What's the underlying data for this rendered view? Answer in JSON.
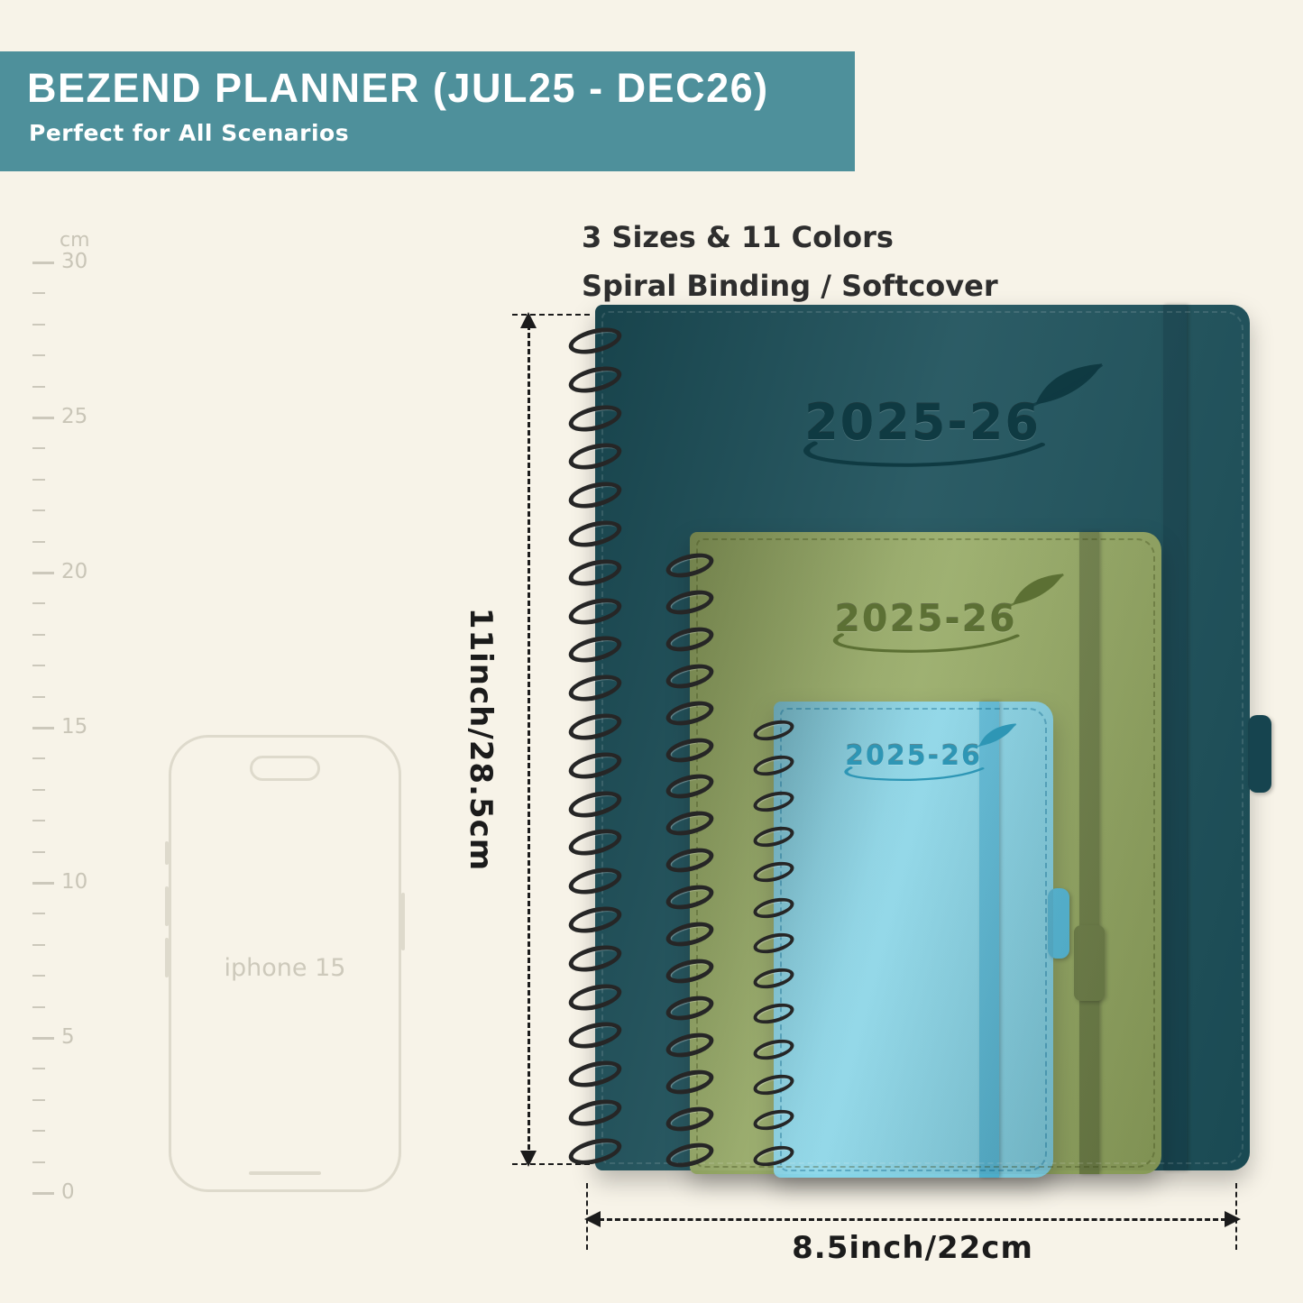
{
  "banner": {
    "title": "BEZEND PLANNER (JUL25 - DEC26)",
    "subtitle": "Perfect for All Scenarios",
    "bg_color": "#4e909b",
    "text_color": "#ffffff"
  },
  "features": {
    "line1": "3 Sizes & 11 Colors",
    "line2": "Spiral Binding / Softcover"
  },
  "ruler": {
    "unit": "cm",
    "labels": [
      "30",
      "25",
      "20",
      "15",
      "10",
      "5",
      "0"
    ]
  },
  "phone": {
    "label": "iphone 15"
  },
  "planners": [
    {
      "id": "large",
      "year": "2025-26",
      "cover_color": "#1c505a",
      "band_color": "#16444f",
      "emboss_color": "#0f3a42"
    },
    {
      "id": "medium",
      "year": "2025-26",
      "cover_color": "#92a75e",
      "band_color": "#6a7c42",
      "emboss_color": "#5c7034"
    },
    {
      "id": "small",
      "year": "2025-26",
      "cover_color": "#7fd4e8",
      "band_color": "#4db6d6",
      "emboss_color": "#2e96b5"
    }
  ],
  "dimensions": {
    "height_label": "11inch/28.5cm",
    "width_label": "8.5inch/22cm"
  }
}
